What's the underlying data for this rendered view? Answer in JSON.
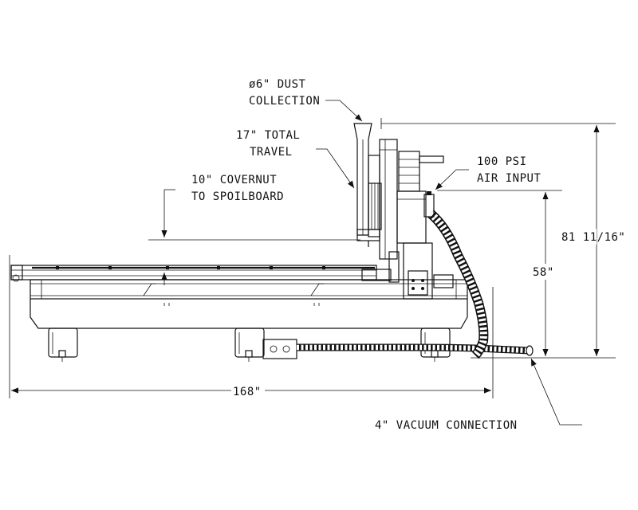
{
  "callouts": {
    "dust_collection_line1": "ø6\" DUST",
    "dust_collection_line2": "COLLECTION",
    "total_travel_line1": "17\" TOTAL",
    "total_travel_line2": "TRAVEL",
    "covernut_line1": "10\" COVERNUT",
    "covernut_line2": "TO SPOILBOARD",
    "air_input_line1": "100 PSI",
    "air_input_line2": "AIR INPUT",
    "vacuum_connection": "4\" VACUUM CONNECTION"
  },
  "dimensions": {
    "overall_height": "81 11/16\"",
    "table_height": "58\"",
    "overall_length": "168\""
  }
}
